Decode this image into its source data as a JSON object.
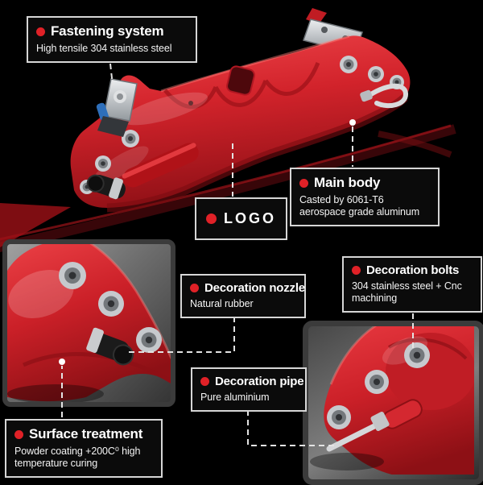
{
  "colors": {
    "background": "#000000",
    "caliper_red": "#d1202a",
    "accent_dot_red": "#e02127",
    "callout_bg": "#0b0b0b",
    "callout_border": "#d6d6d6",
    "inset_border": "#3b3b3b",
    "connector": "#e3e3e3"
  },
  "callouts": {
    "fastening": {
      "title": "Fastening system",
      "subtitle": "High tensile 304 stainless steel"
    },
    "main_body": {
      "title": "Main body",
      "subtitle": "Casted by 6061-T6\naerospace grade aluminum"
    },
    "logo": {
      "title": "LOGO"
    },
    "nozzle": {
      "title": "Decoration nozzle",
      "subtitle": "Natural rubber"
    },
    "bolts": {
      "title": "Decoration bolts",
      "subtitle": "304 stainless steel + Cnc\nmachining"
    },
    "pipe": {
      "title": "Decoration pipe",
      "subtitle": "Pure aluminium"
    },
    "surface": {
      "title": "Surface treatment",
      "subtitle": "Powder coating +200C⁰ high\ntemperature curing"
    }
  }
}
